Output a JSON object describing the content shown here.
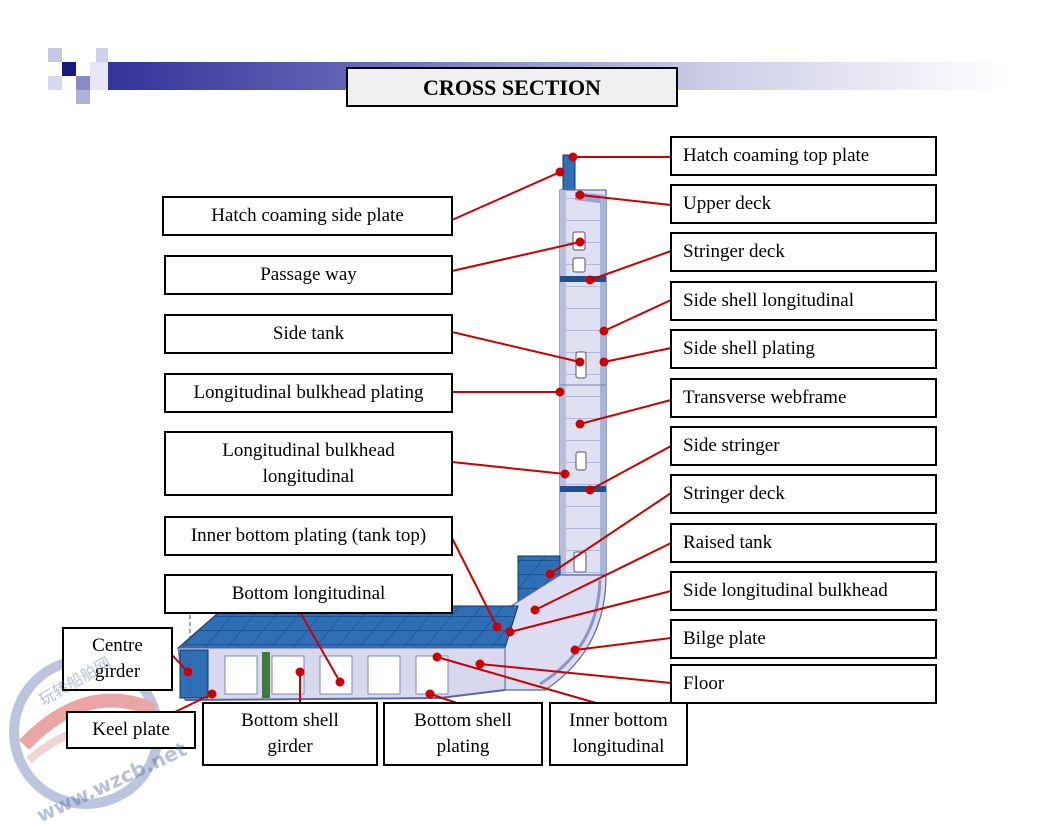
{
  "title": "CROSS SECTION",
  "labels": {
    "hatch_coaming_top_plate": "Hatch coaming top plate",
    "upper_deck": "Upper deck",
    "stringer_deck_upper": "Stringer deck",
    "side_shell_longitudinal": "Side shell longitudinal",
    "side_shell_plating": "Side shell plating",
    "transverse_webframe": "Transverse webframe",
    "side_stringer": "Side stringer",
    "stringer_deck_lower": "Stringer deck",
    "raised_tank": "Raised tank",
    "side_longitudinal_bulkhead": "Side longitudinal bulkhead",
    "bilge_plate": "Bilge plate",
    "floor": "Floor",
    "hatch_coaming_side_plate": "Hatch coaming side plate",
    "passage_way": "Passage way",
    "side_tank": "Side tank",
    "longitudinal_bulkhead_plating": "Longitudinal bulkhead plating",
    "longitudinal_bulkhead_longitudinal_line1": "Longitudinal bulkhead",
    "longitudinal_bulkhead_longitudinal_line2": "longitudinal",
    "inner_bottom_plating": "Inner bottom plating (tank top)",
    "bottom_longitudinal": "Bottom longitudinal",
    "centre_girder_line1": "Centre",
    "centre_girder_line2": "girder",
    "keel_plate": "Keel plate",
    "bottom_shell_girder_line1": "Bottom shell",
    "bottom_shell_girder_line2": "girder",
    "bottom_shell_plating_line1": "Bottom shell",
    "bottom_shell_plating_line2": "plating",
    "inner_bottom_longitudinal_line1": "Inner bottom",
    "inner_bottom_longitudinal_line2": "longitudinal"
  },
  "watermark": {
    "text": "玩转船舶网",
    "url": "www.wzcb.net"
  },
  "colors": {
    "leader_line": "#cc0000",
    "hull_blue": "#2e6fb8",
    "hull_light": "#dcdcf2",
    "banner_dark": "#33339a"
  }
}
